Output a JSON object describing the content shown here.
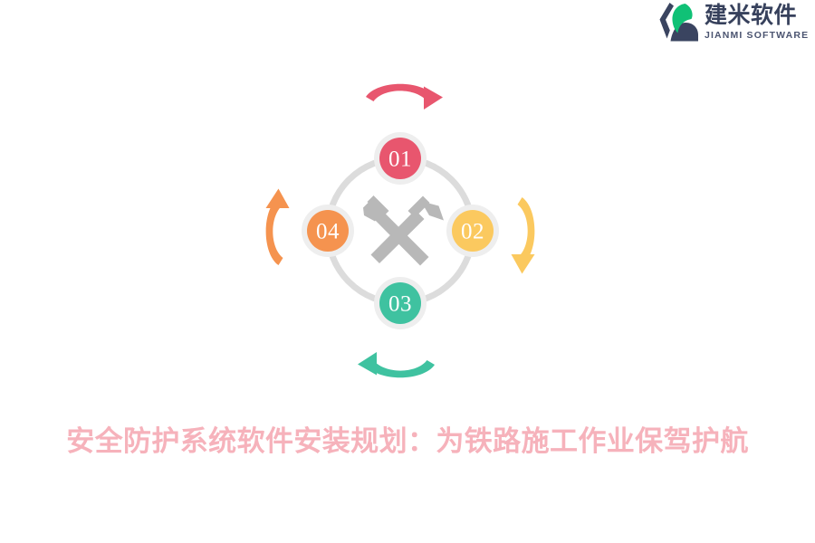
{
  "brand": {
    "name": "建米软件",
    "subtitle": "JIANMI SOFTWARE",
    "mark_icon": "jianmi-leaf-logo-icon",
    "mark_dark_color": "#3a4460",
    "mark_green_color": "#10c176",
    "name_color": "#37415c"
  },
  "diagram": {
    "type": "cycle",
    "center_icon": "crossed-hammers-icon",
    "center_icon_color": "#b8b8b8",
    "ring_color": "#dcdcdc",
    "ring_halo_color": "#eeeeee",
    "nodes": [
      {
        "id": "01",
        "label": "01",
        "position": "top",
        "color": "#e8566e",
        "arrow_icon": "curved-arrow-clockwise-top-icon"
      },
      {
        "id": "02",
        "label": "02",
        "position": "right",
        "color": "#fbc95f",
        "arrow_icon": "curved-arrow-clockwise-right-icon"
      },
      {
        "id": "03",
        "label": "03",
        "position": "bottom",
        "color": "#3fc2a0",
        "arrow_icon": "curved-arrow-clockwise-bottom-icon"
      },
      {
        "id": "04",
        "label": "04",
        "position": "left",
        "color": "#f5934f",
        "arrow_icon": "curved-arrow-clockwise-left-icon"
      }
    ]
  },
  "title": {
    "text": "安全防护系统软件安装规划：为铁路施工作业保驾护航",
    "color": "#f6b2bb"
  }
}
